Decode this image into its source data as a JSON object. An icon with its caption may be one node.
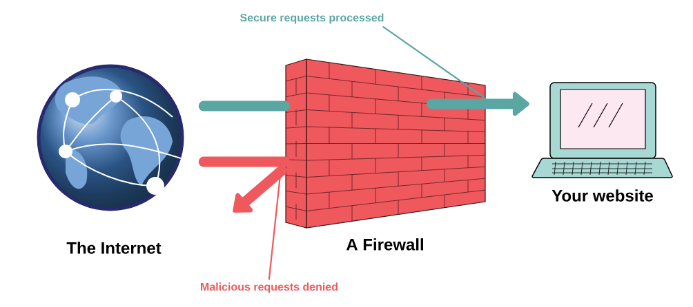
{
  "diagram": {
    "nodes": [
      {
        "text": [
          "The Internet"
        ]
      },
      {
        "text": [
          "A Firewall"
        ]
      },
      {
        "text": [
          "Your website"
        ]
      },
      {
        "text": [
          "Secure requests processed"
        ]
      },
      {
        "text": [
          "Malicious requests denied"
        ]
      }
    ],
    "edges": [
      {
        "from": 0,
        "to": 1,
        "arrow": "none",
        "color": "#5aa6a3"
      },
      {
        "from": 1,
        "to": 2,
        "arrow": "to",
        "color": "#5aa6a3"
      },
      {
        "from": 0,
        "to": 1,
        "arrow": "none",
        "color": "#ef585c"
      },
      {
        "from": 1,
        "to": null,
        "arrow": "to",
        "color": "#ef585c"
      },
      {
        "from": 3,
        "to": 1,
        "arrow": "none",
        "color": "#5aa6a3"
      },
      {
        "from": 4,
        "to": 1,
        "arrow": "none",
        "color": "#ef585c"
      }
    ]
  }
}
